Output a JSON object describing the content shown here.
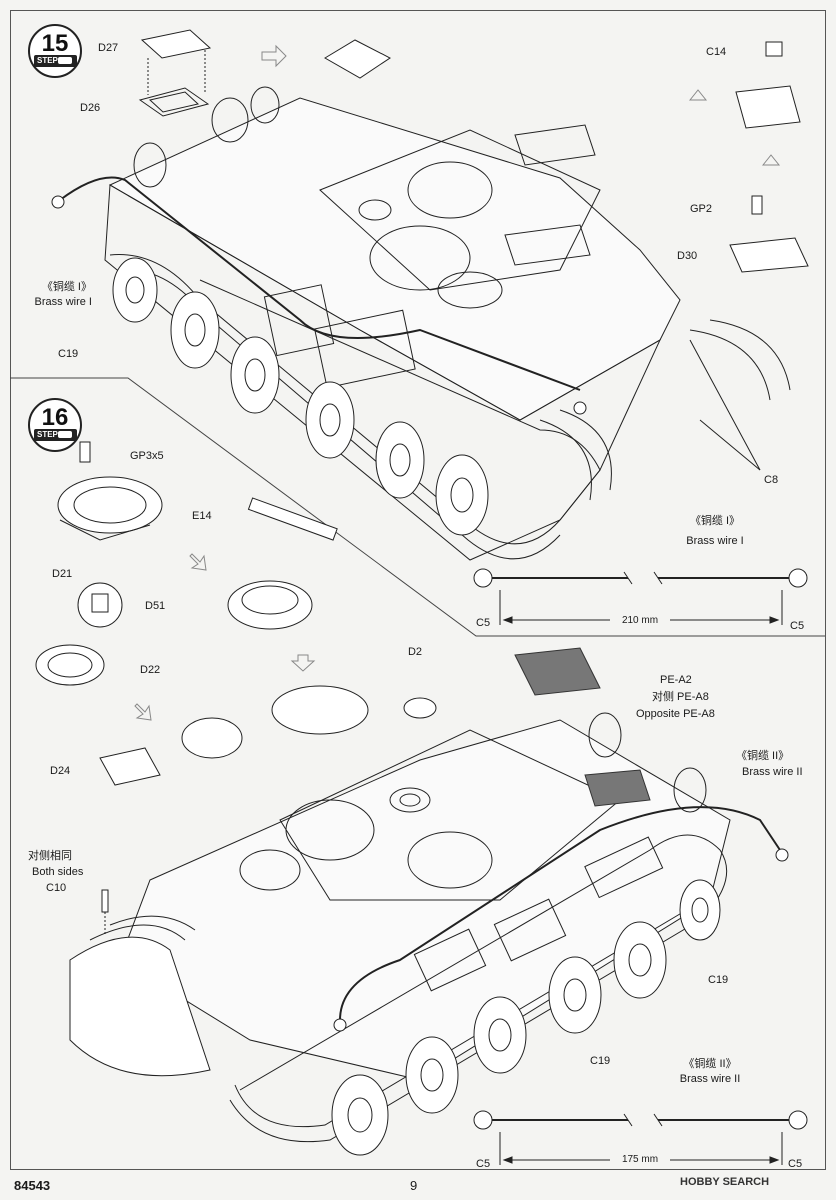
{
  "steps": {
    "step15": "15",
    "step16": "16",
    "step_word": "STEP"
  },
  "labels15": {
    "d27": "D27",
    "d26": "D26",
    "c14": "C14",
    "gp2": "GP2",
    "d30": "D30",
    "wire_cn": "《铜缆 I》",
    "wire_en": "Brass wire I",
    "c19": "C19",
    "c8": "C8"
  },
  "wire1": {
    "cn": "《铜缆 I》",
    "en": "Brass wire I",
    "length": "210 mm",
    "c5_left": "C5",
    "c5_right": "C5"
  },
  "labels16": {
    "gp3x5": "GP3x5",
    "e14": "E14",
    "d21": "D21",
    "d51": "D51",
    "d22": "D22",
    "d2": "D2",
    "pe_a2": "PE-A2",
    "pe_opp_cn": "对侧 PE-A8",
    "pe_opp_en": "Opposite PE-A8",
    "wire2_cn": "《铜缆 II》",
    "wire2_en": "Brass wire II",
    "d24": "D24",
    "both_cn": "对侧相同",
    "both_en": "Both sides",
    "c10": "C10",
    "c19a": "C19",
    "c19b": "C19"
  },
  "wire2": {
    "cn": "《铜缆 II》",
    "en": "Brass wire  II",
    "length": "175 mm",
    "c5_left": "C5",
    "c5_right": "C5"
  },
  "footer": {
    "product_code": "84543",
    "page_number": "9",
    "watermark": "HOBBY SEARCH"
  }
}
